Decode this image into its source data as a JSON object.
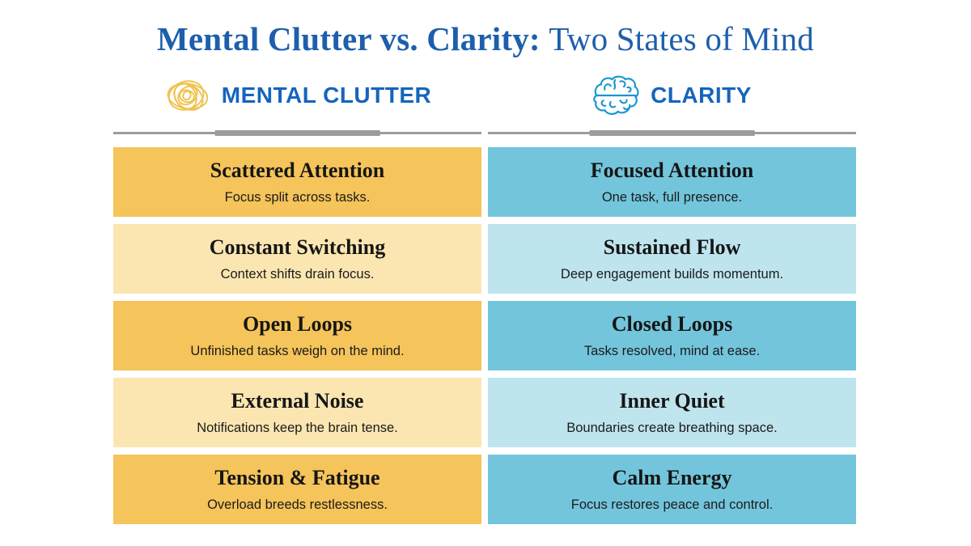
{
  "title": {
    "bold": "Mental Clutter vs. Clarity:",
    "regular": "Two States of Mind"
  },
  "columns": [
    {
      "id": "mental-clutter",
      "header": "MENTAL CLUTTER",
      "icon": "scribble-icon",
      "cards": [
        {
          "title": "Scattered Attention",
          "desc": "Focus split across tasks."
        },
        {
          "title": "Constant Switching",
          "desc": "Context shifts drain focus."
        },
        {
          "title": "Open Loops",
          "desc": "Unfinished tasks weigh on the mind."
        },
        {
          "title": "External Noise",
          "desc": "Notifications keep the brain tense."
        },
        {
          "title": "Tension & Fatigue",
          "desc": "Overload breeds restlessness."
        }
      ]
    },
    {
      "id": "clarity",
      "header": "CLARITY",
      "icon": "brain-icon",
      "cards": [
        {
          "title": "Focused Attention",
          "desc": "One task, full presence."
        },
        {
          "title": "Sustained Flow",
          "desc": "Deep engagement builds momentum."
        },
        {
          "title": "Closed Loops",
          "desc": "Tasks resolved, mind at ease."
        },
        {
          "title": "Inner Quiet",
          "desc": "Boundaries create breathing space."
        },
        {
          "title": "Calm Energy",
          "desc": "Focus restores peace and control."
        }
      ]
    }
  ],
  "colors": {
    "title_blue": "#1D5FAC",
    "header_blue": "#1565BD",
    "clutter_accent": "#F5C45A",
    "clutter_light": "#FBE6B1",
    "clarity_accent": "#73C5DC",
    "clarity_light": "#BEE4EE",
    "divider_gray": "#9C9C9C",
    "scribble_yellow": "#F0C24F",
    "brain_blue": "#1B96D0",
    "card_text": "#161616"
  }
}
